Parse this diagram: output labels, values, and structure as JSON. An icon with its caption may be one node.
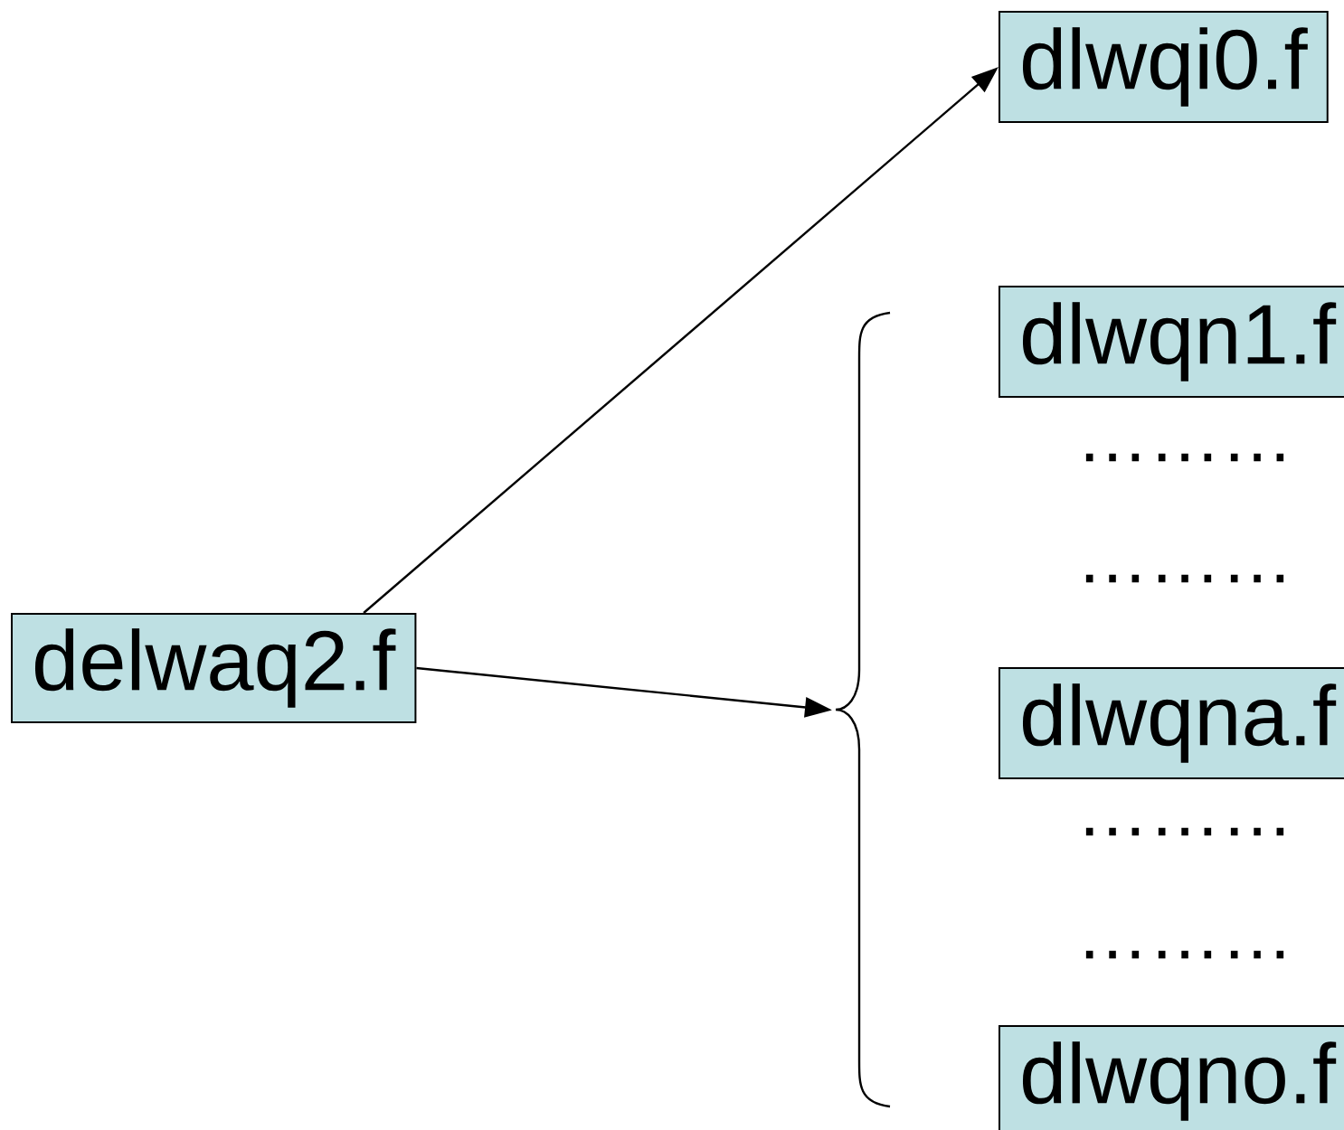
{
  "diagram": {
    "nodes": [
      {
        "text": [
          "delwaq2.f"
        ]
      },
      {
        "text": [
          "dlwqi0.f"
        ]
      },
      {
        "text": [],
        "shape": "brace"
      },
      {
        "text": [
          "dlwqn1.f"
        ]
      },
      {
        "text": [
          "dlwqna.f"
        ]
      },
      {
        "text": [
          "dlwqno.f"
        ]
      }
    ],
    "edges": [
      {
        "from": 0,
        "to": 1,
        "arrow": "to"
      },
      {
        "from": 0,
        "to": 2,
        "arrow": "to"
      }
    ],
    "labels": [
      "………",
      "………",
      "………",
      "………"
    ]
  }
}
